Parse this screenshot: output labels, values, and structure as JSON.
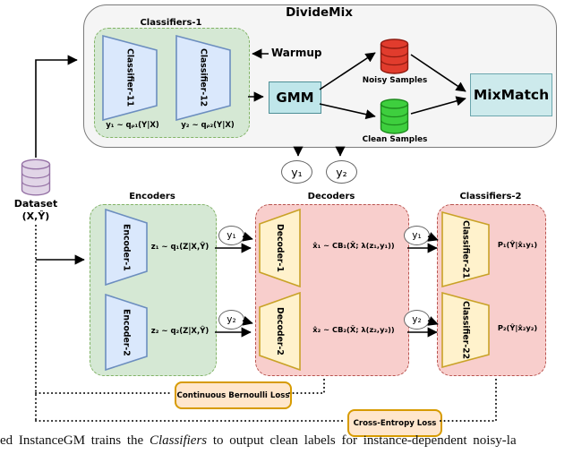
{
  "colors": {
    "outer_fill": "#f5f5f5",
    "outer_border": "#7a7a7a",
    "green_fill": "#d5e8d4",
    "green_border": "#82b366",
    "pink_fill": "#f8cecc",
    "pink_border": "#b85450",
    "blue_block_fill": "#dae8fc",
    "blue_block_border": "#6c8ebf",
    "yellow_block_fill": "#fff2cc",
    "yellow_block_border": "#c9a227",
    "gmm_fill": "#bfe6ea",
    "mixmatch_fill": "#cdeaec",
    "loss_fill": "#ffe6cc",
    "loss_border": "#d79b00",
    "noisy_cylinder": "#e13c2d",
    "clean_cylinder": "#3ecf3e",
    "dataset_cylinder": "#e1d5e7"
  },
  "dividemix": {
    "title": "DivideMix",
    "warmup_label": "Warmup",
    "gmm_label": "GMM",
    "mixmatch_label": "MixMatch",
    "noisy_label": "Noisy Samples",
    "clean_label": "Clean Samples",
    "classifiers1": {
      "title": "Classifiers-1",
      "block1": "Classifier-11",
      "block2": "Classifier-12",
      "formula1": "y₁ ~ qᵨ₁(Y|X)",
      "formula2": "y₂ ~ qᵨ₂(Y|X)"
    }
  },
  "outputs": {
    "y1": "y₁",
    "y2": "y₂"
  },
  "dataset": {
    "name": "Dataset",
    "variables": "(X,Ŷ)"
  },
  "encoders": {
    "title": "Encoders",
    "block1": "Encoder-1",
    "block2": "Encoder-2",
    "formula1": "z₁ ~ q₁(Z|X,Ŷ)",
    "formula2": "z₂ ~ q₂(Z|X,Ŷ)"
  },
  "decoders": {
    "title": "Decoders",
    "block1": "Decoder-1",
    "block2": "Decoder-2",
    "formula1": "x̂₁ ~ CB₁(X̄; λ(z₁,y₁))",
    "formula2": "x̂₂ ~ CB₂(X̄; λ(z₂,y₂))"
  },
  "classifiers2": {
    "title": "Classifiers-2",
    "block1": "Classifier-21",
    "block2": "Classifier-22",
    "formula1": "P₁(Ŷ|x̂₁y₁)",
    "formula2": "P₂(Ŷ|x̂₂y₂)"
  },
  "losses": {
    "continuous_bernoulli": "Continuous Bernoulli Loss",
    "cross_entropy": "Cross-Entropy Loss"
  },
  "caption": {
    "pre": "ed InstanceGM trains the ",
    "italic": "Classifiers",
    "post": " to output clean labels for instance-dependent noisy-la"
  }
}
